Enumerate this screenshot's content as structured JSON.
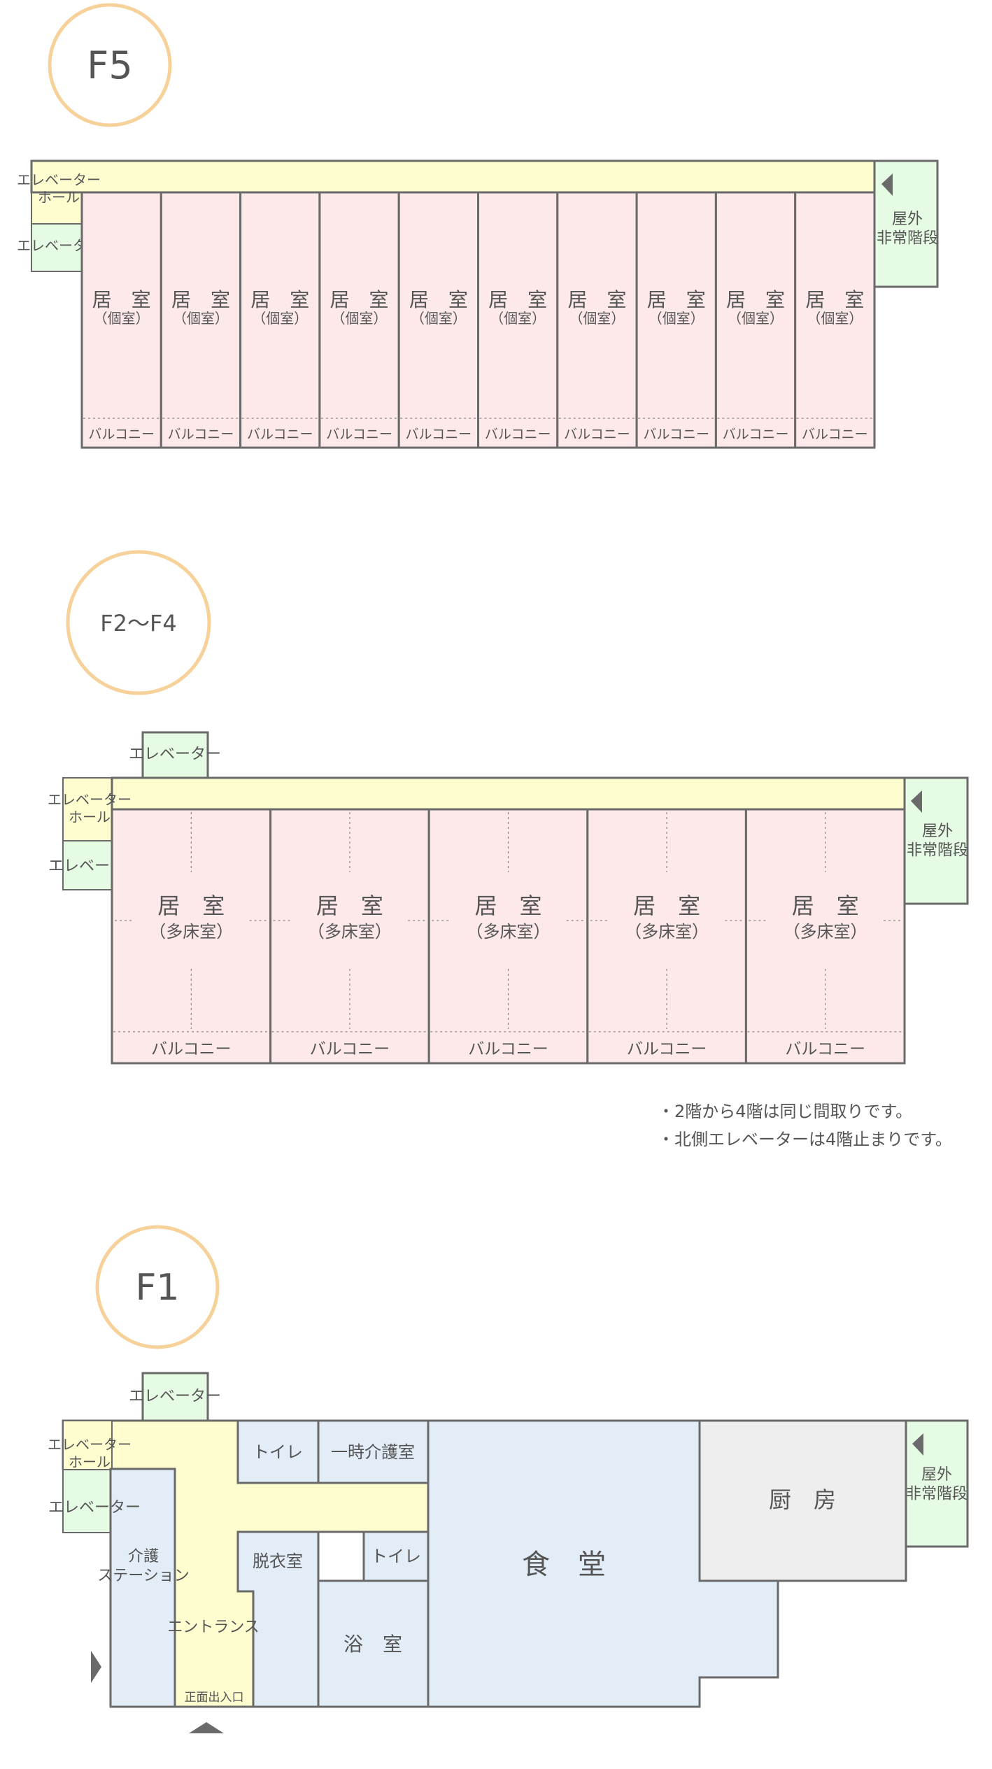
{
  "colors": {
    "hall": "#fdfdd0",
    "room": "#fde8ea",
    "elevator": "#e6fbe3",
    "shared": "#e3edf7",
    "kitchen": "#eeeeee",
    "wall": "#6a6a6a",
    "badge_ring": "#f7d19a",
    "text": "#555555"
  },
  "floors": {
    "f5": {
      "label": "F5",
      "elevator_hall": "エレベーター\nホール",
      "elevator": "エレベーター",
      "emergency_stairs": "屋外\n非常階段",
      "rooms": [
        {
          "name": "居　室",
          "type": "（個室）",
          "balcony": "バルコニー"
        },
        {
          "name": "居　室",
          "type": "（個室）",
          "balcony": "バルコニー"
        },
        {
          "name": "居　室",
          "type": "（個室）",
          "balcony": "バルコニー"
        },
        {
          "name": "居　室",
          "type": "（個室）",
          "balcony": "バルコニー"
        },
        {
          "name": "居　室",
          "type": "（個室）",
          "balcony": "バルコニー"
        },
        {
          "name": "居　室",
          "type": "（個室）",
          "balcony": "バルコニー"
        },
        {
          "name": "居　室",
          "type": "（個室）",
          "balcony": "バルコニー"
        },
        {
          "name": "居　室",
          "type": "（個室）",
          "balcony": "バルコニー"
        },
        {
          "name": "居　室",
          "type": "（個室）",
          "balcony": "バルコニー"
        },
        {
          "name": "居　室",
          "type": "（個室）",
          "balcony": "バルコニー"
        }
      ]
    },
    "f2_f4": {
      "label": "F2～F4",
      "elevator_north": "エレベーター",
      "elevator_hall": "エレベーター\nホール",
      "elevator": "エレベーター",
      "emergency_stairs": "屋外\n非常階段",
      "rooms": [
        {
          "name": "居　室",
          "type": "（多床室）",
          "balcony": "バルコニー"
        },
        {
          "name": "居　室",
          "type": "（多床室）",
          "balcony": "バルコニー"
        },
        {
          "name": "居　室",
          "type": "（多床室）",
          "balcony": "バルコニー"
        },
        {
          "name": "居　室",
          "type": "（多床室）",
          "balcony": "バルコニー"
        },
        {
          "name": "居　室",
          "type": "（多床室）",
          "balcony": "バルコニー"
        }
      ],
      "notes": [
        "・2階から4階は同じ間取りです。",
        "・北側エレベーターは4階止まりです。"
      ]
    },
    "f1": {
      "label": "F1",
      "elevator_north": "エレベーター",
      "elevator_hall": "エレベーター\nホール",
      "elevator": "エレベーター",
      "care_station": "介護\nステーション",
      "entrance": "エントランス",
      "front_door": "正面出入口",
      "toilet_1": "トイレ",
      "temp_care": "一時介護室",
      "toilet_2": "トイレ",
      "changing_room": "脱衣室",
      "bathroom": "浴　室",
      "dining": "食　堂",
      "kitchen": "厨　房",
      "emergency_stairs": "屋外\n非常階段"
    }
  }
}
